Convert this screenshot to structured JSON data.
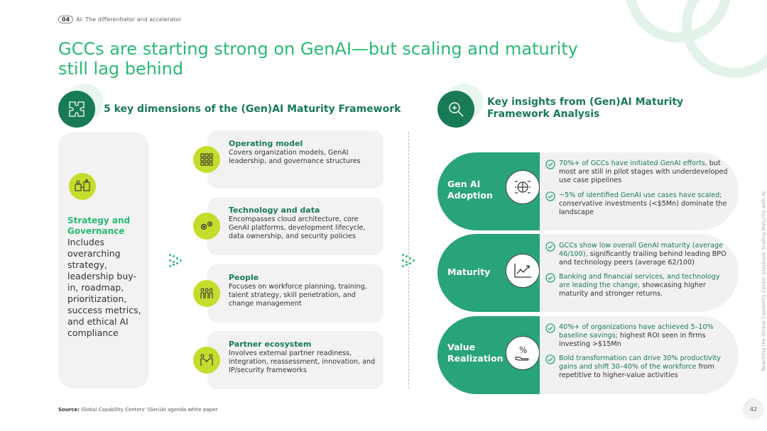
{
  "section": {
    "number": "04",
    "label": "AI: The differentiator and accelerator"
  },
  "title": "GCCs are starting strong on GenAI—but scaling and maturity still lag behind",
  "left_header": "5 key dimensions of the (Gen)AI Maturity Framework",
  "right_header": "Key insights from (Gen)AI Maturity Framework Analysis",
  "strategy": {
    "title": "Strategy and Governance",
    "text": "Includes overarching strategy, leadership buy-in, roadmap, prioritization, success metrics, and ethical AI compliance",
    "icon": "strategy-people-icon"
  },
  "dimensions": [
    {
      "title": "Operating model",
      "desc": "Covers organization models, GenAI leadership, and governance structures",
      "icon": "grid-icon"
    },
    {
      "title": "Technology and data",
      "desc": "Encompasses cloud architecture, core GenAI platforms, development lifecycle, data ownership, and security policies",
      "icon": "gears-icon"
    },
    {
      "title": "People",
      "desc": "Focuses on workforce planning, training, talent strategy, skill penetration, and change management",
      "icon": "people-icon"
    },
    {
      "title": "Partner ecosystem",
      "desc": "Involves external partner readiness, integration, reassessment, innovation, and IP/security frameworks",
      "icon": "handshake-icon"
    }
  ],
  "insights": [
    {
      "label": "Gen AI Adoption",
      "icon": "ai-brain-icon",
      "bullets": [
        {
          "highlight": "70%+ of GCCs have initiated GenAI efforts,",
          "rest": " but most are still in pilot stages with underdeveloped use case pipelines"
        },
        {
          "highlight": "~5% of identified GenAI use cases have scaled;",
          "rest": " conservative investments (<$5Mn) dominate the landscape"
        }
      ]
    },
    {
      "label": "Maturity",
      "icon": "line-chart-icon",
      "bullets": [
        {
          "highlight": "GCCs show low overall GenAI maturity (average 46/100),",
          "rest": " significantly trailing behind leading BPO and technology peers (average 62/100)"
        },
        {
          "highlight": "Banking and financial services, and technology are leading the change,",
          "rest": " showcasing higher maturity and stronger returns."
        }
      ]
    },
    {
      "label": "Value Realization",
      "icon": "percent-hand-icon",
      "bullets": [
        {
          "highlight": "40%+ of organizations have achieved 5–10% baseline savings;",
          "rest": " highest ROI seen in firms investing >$15Mn"
        },
        {
          "highlight": "Bold transformation can drive 30% productivity gains and shift 30–40% of the workforce",
          "rest": " from repetitive to higher-value activities"
        }
      ]
    }
  ],
  "source_label": "Source:",
  "source_text": " Global Capability Centers' (Gen)AI agenda white paper",
  "side_text": "Rewriting the Global Capability Center playbook Scaling Maturity with AI",
  "page_number": "42",
  "colors": {
    "green": "#29ba74",
    "dark_green": "#197a56",
    "teal": "#29a37b",
    "lime": "#c6dc2c",
    "card_grey": "#f2f2f2"
  }
}
